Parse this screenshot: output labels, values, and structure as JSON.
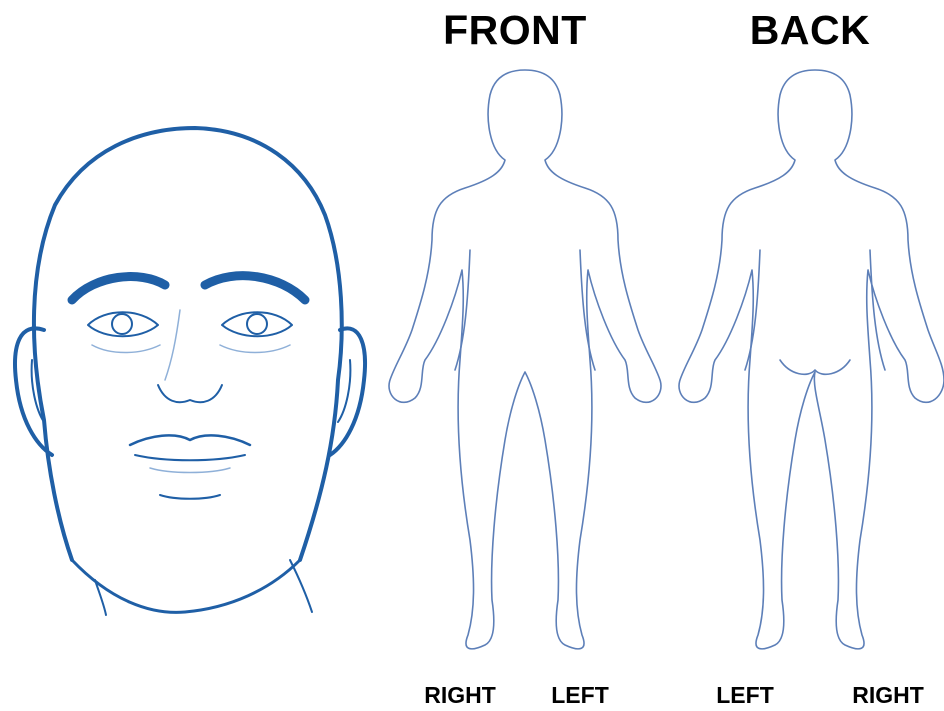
{
  "views": {
    "front_title": "FRONT",
    "back_title": "BACK"
  },
  "labels": {
    "front_right": "RIGHT",
    "front_left": "LEFT",
    "back_left": "LEFT",
    "back_right": "RIGHT"
  },
  "colors": {
    "face_outline": "#1f5fa6",
    "body_outline": "#5d7fb8",
    "text": "#000000"
  },
  "icons": {
    "face": "head-front-icon",
    "body_front": "body-front-icon",
    "body_back": "body-back-icon"
  }
}
